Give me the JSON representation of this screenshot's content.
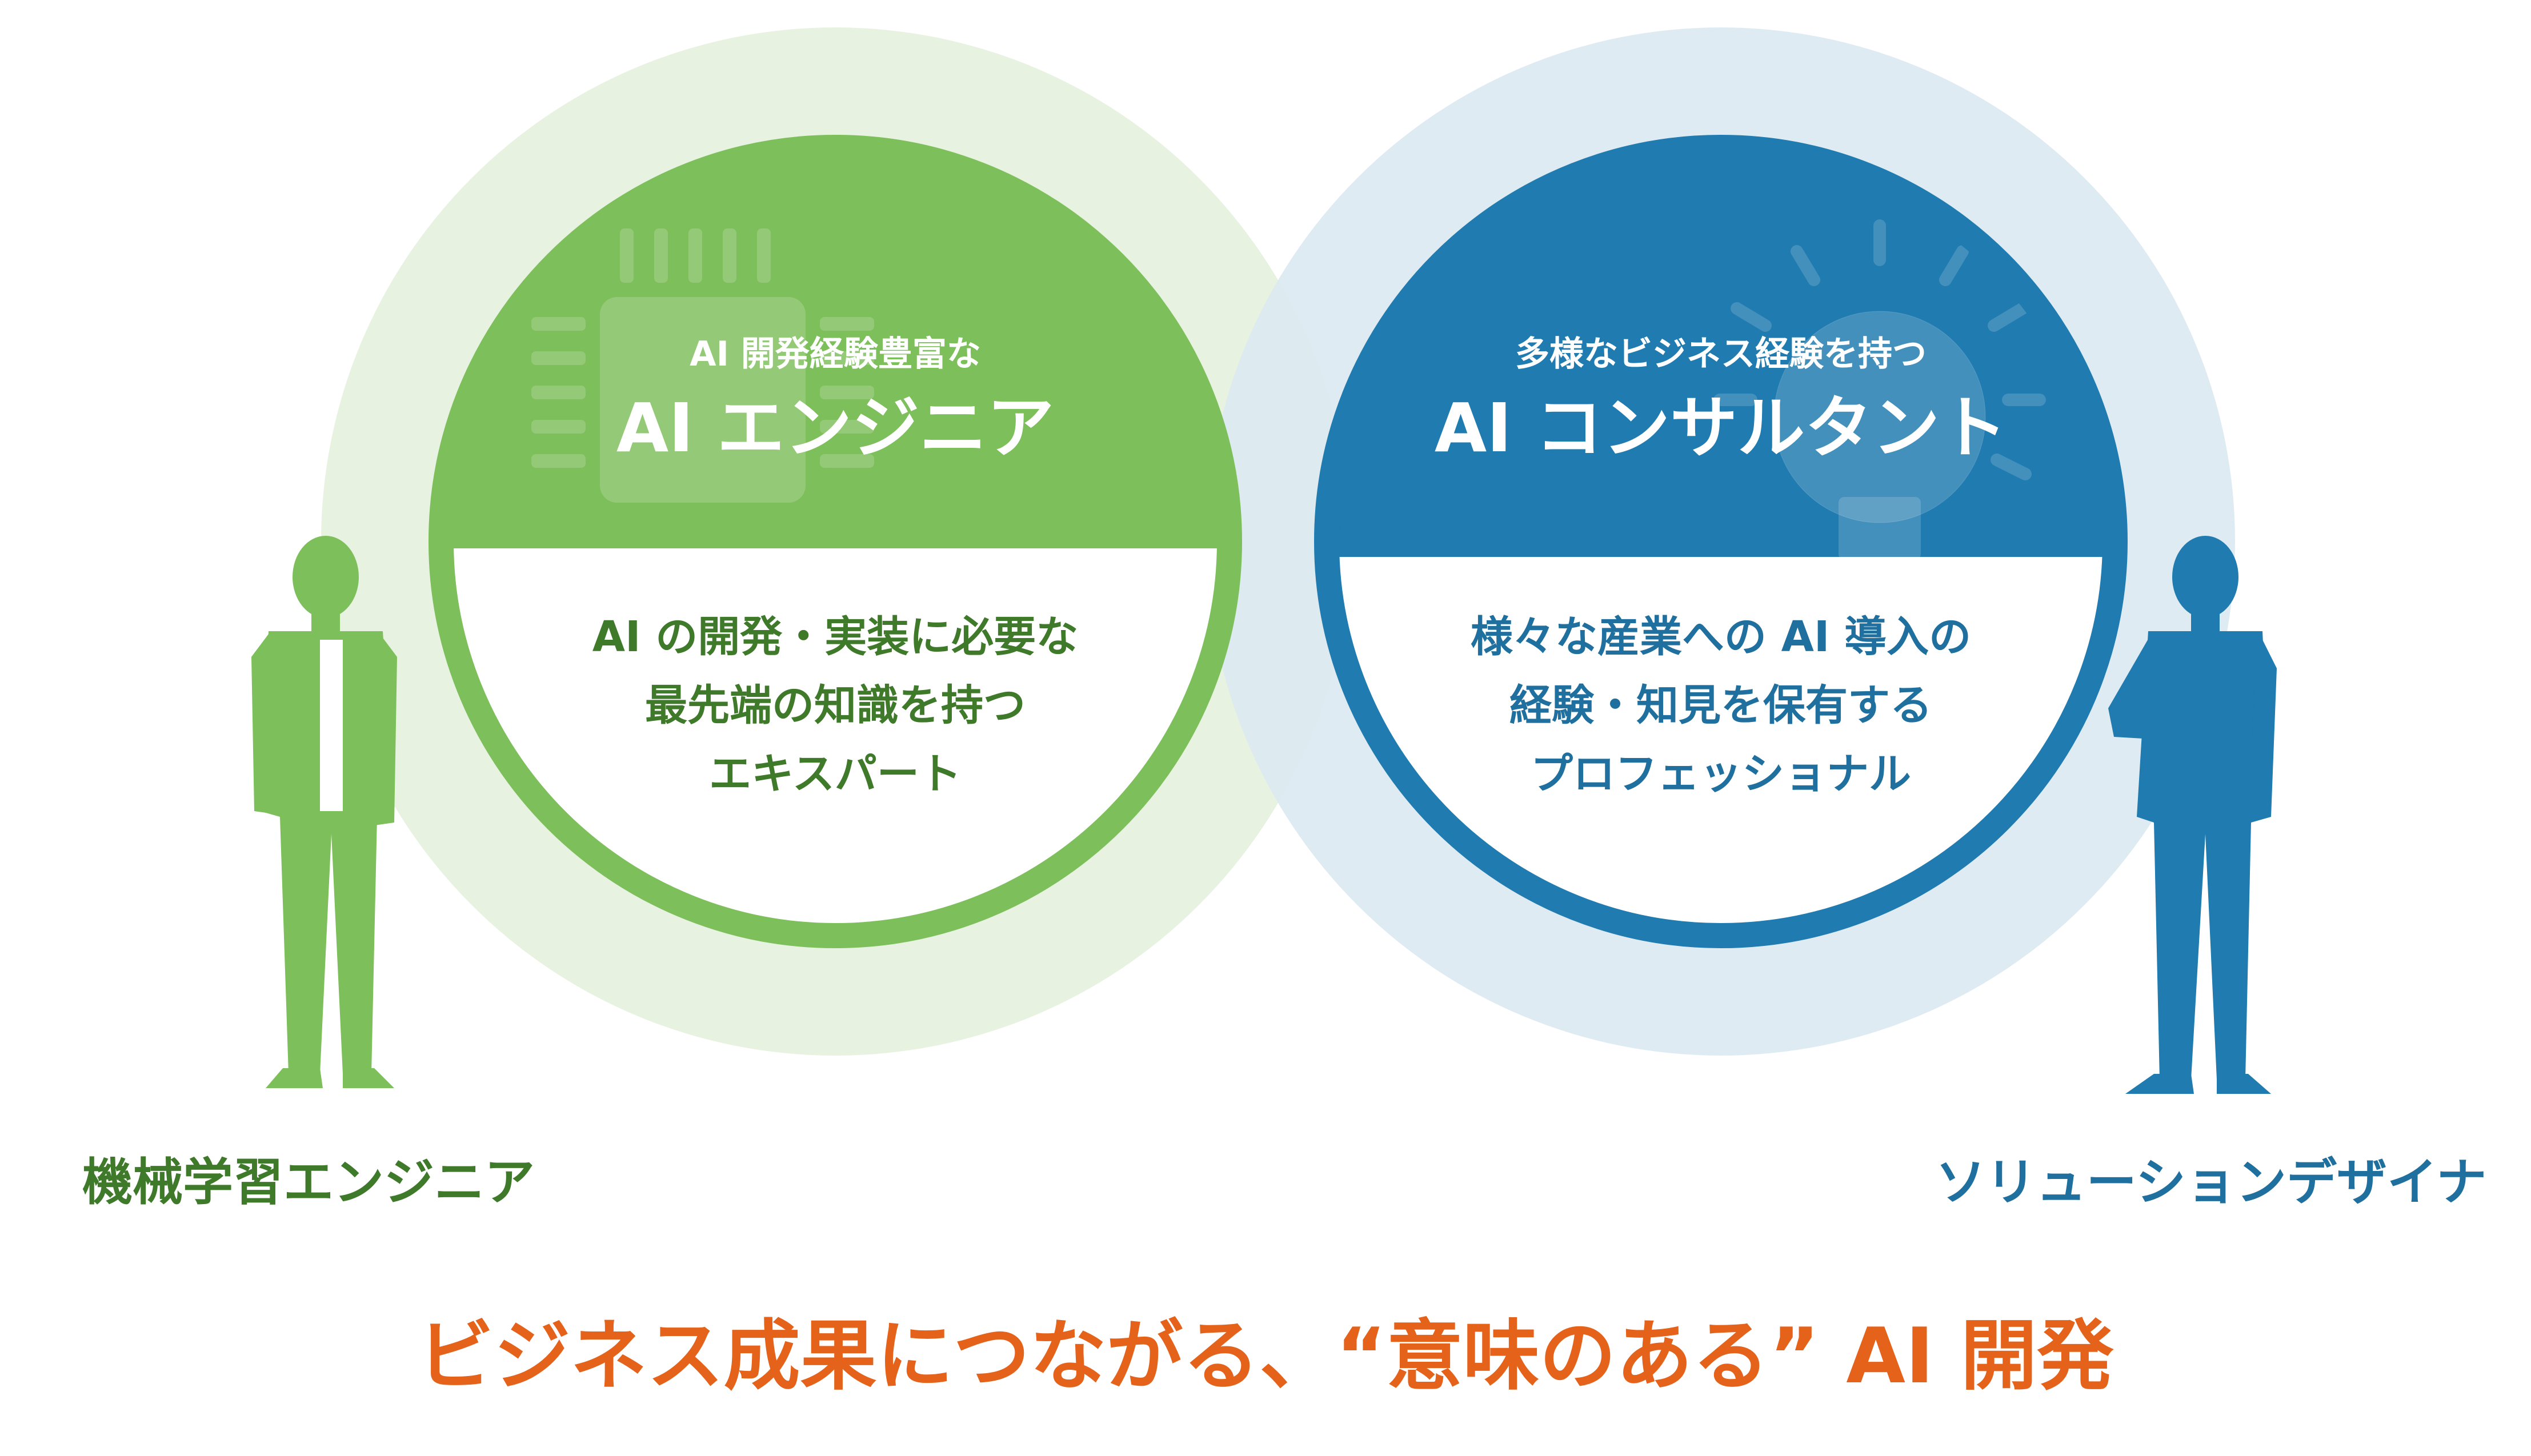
{
  "colors": {
    "green": "#7dbf5a",
    "green_halo": "#e8f2e1",
    "green_text": "#3f7a2b",
    "blue": "#1f7bb0",
    "blue_halo": "#dbe8f0",
    "blue_text": "#1f6f9f",
    "orange": "#e5621b",
    "white": "#ffffff"
  },
  "left": {
    "subtitle": "AI 開発経験豊富な",
    "title": "AI エンジニア",
    "desc_lines": [
      "AI の開発・実装に必要な",
      "最先端の知識を持つ",
      "エキスパート"
    ],
    "person_label": "機械学習エンジニア",
    "background_icon": "chip-icon"
  },
  "right": {
    "subtitle": "多様なビジネス経験を持つ",
    "title": "AI コンサルタント",
    "desc_lines": [
      "様々な産業への AI 導入の",
      "経験・知見を保有する",
      "プロフェッショナル"
    ],
    "person_label": "ソリューションデザイナ",
    "background_icon": "lightbulb-icon"
  },
  "tagline": "ビジネス成果につながる、“意味のある” AI 開発"
}
